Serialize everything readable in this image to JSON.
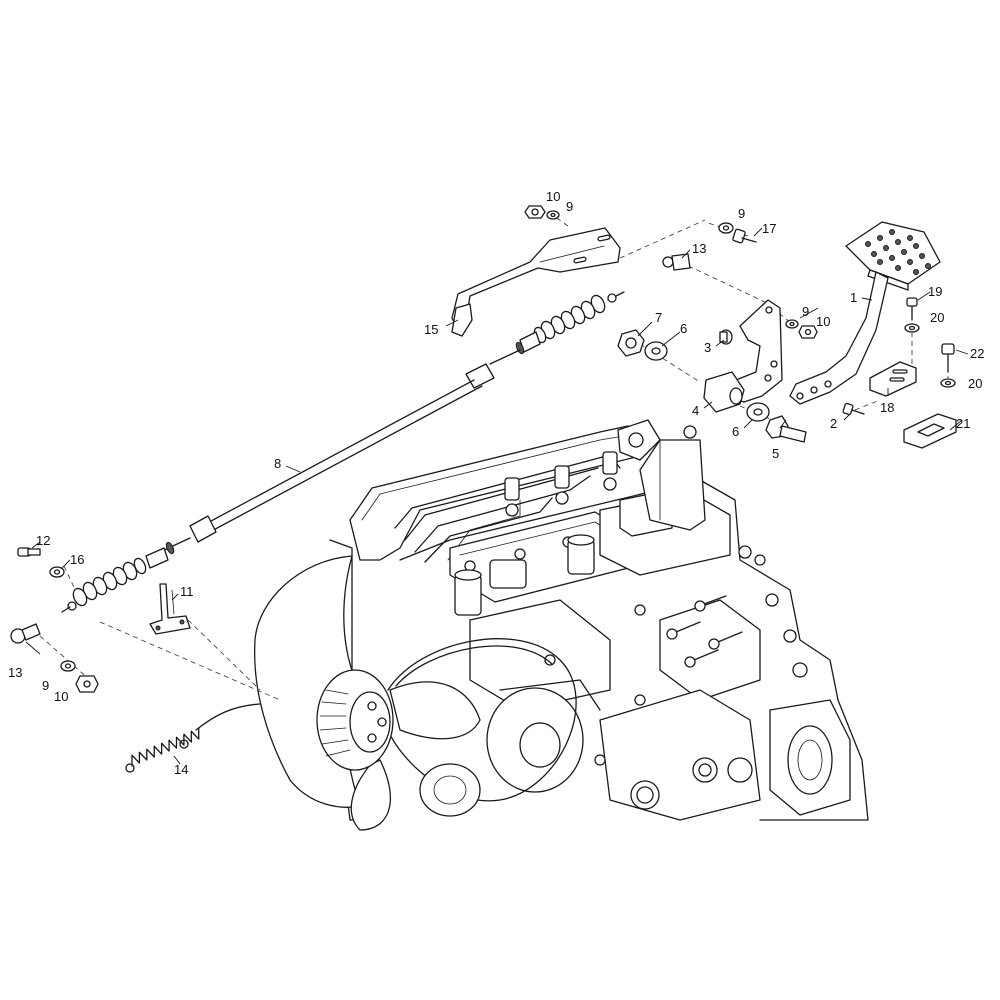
{
  "diagram": {
    "type": "exploded-parts-diagram",
    "callouts": {
      "c1": "1",
      "c2": "2",
      "c3": "3",
      "c4": "4",
      "c5": "5",
      "c6a": "6",
      "c6b": "6",
      "c7": "7",
      "c8": "8",
      "c9a": "9",
      "c9b": "9",
      "c9c": "9",
      "c9d": "9",
      "c10a": "10",
      "c10b": "10",
      "c10c": "10",
      "c11": "11",
      "c12": "12",
      "c13a": "13",
      "c13b": "13",
      "c14": "14",
      "c15": "15",
      "c16": "16",
      "c17": "17",
      "c18": "18",
      "c19": "19",
      "c20a": "20",
      "c20b": "20",
      "c21": "21",
      "c22": "22"
    }
  }
}
